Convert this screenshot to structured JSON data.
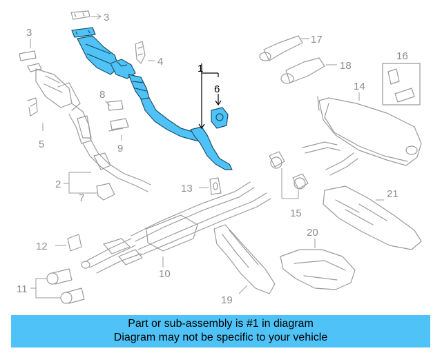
{
  "callouts": {
    "c1": "1",
    "c2": "2",
    "c3a": "3",
    "c3b": "3",
    "c4": "4",
    "c5": "5",
    "c6": "6",
    "c7": "7",
    "c8": "8",
    "c9": "9",
    "c10": "10",
    "c11": "11",
    "c12": "12",
    "c13": "13",
    "c14": "14",
    "c15": "15",
    "c16": "16",
    "c17": "17",
    "c18": "18",
    "c19": "19",
    "c20": "20",
    "c21": "21"
  },
  "highlight_color": "#4fc3f7",
  "banner": {
    "line1": "Part or sub-assembly is #1 in diagram",
    "line2": "Diagram may not be specific to your vehicle"
  }
}
